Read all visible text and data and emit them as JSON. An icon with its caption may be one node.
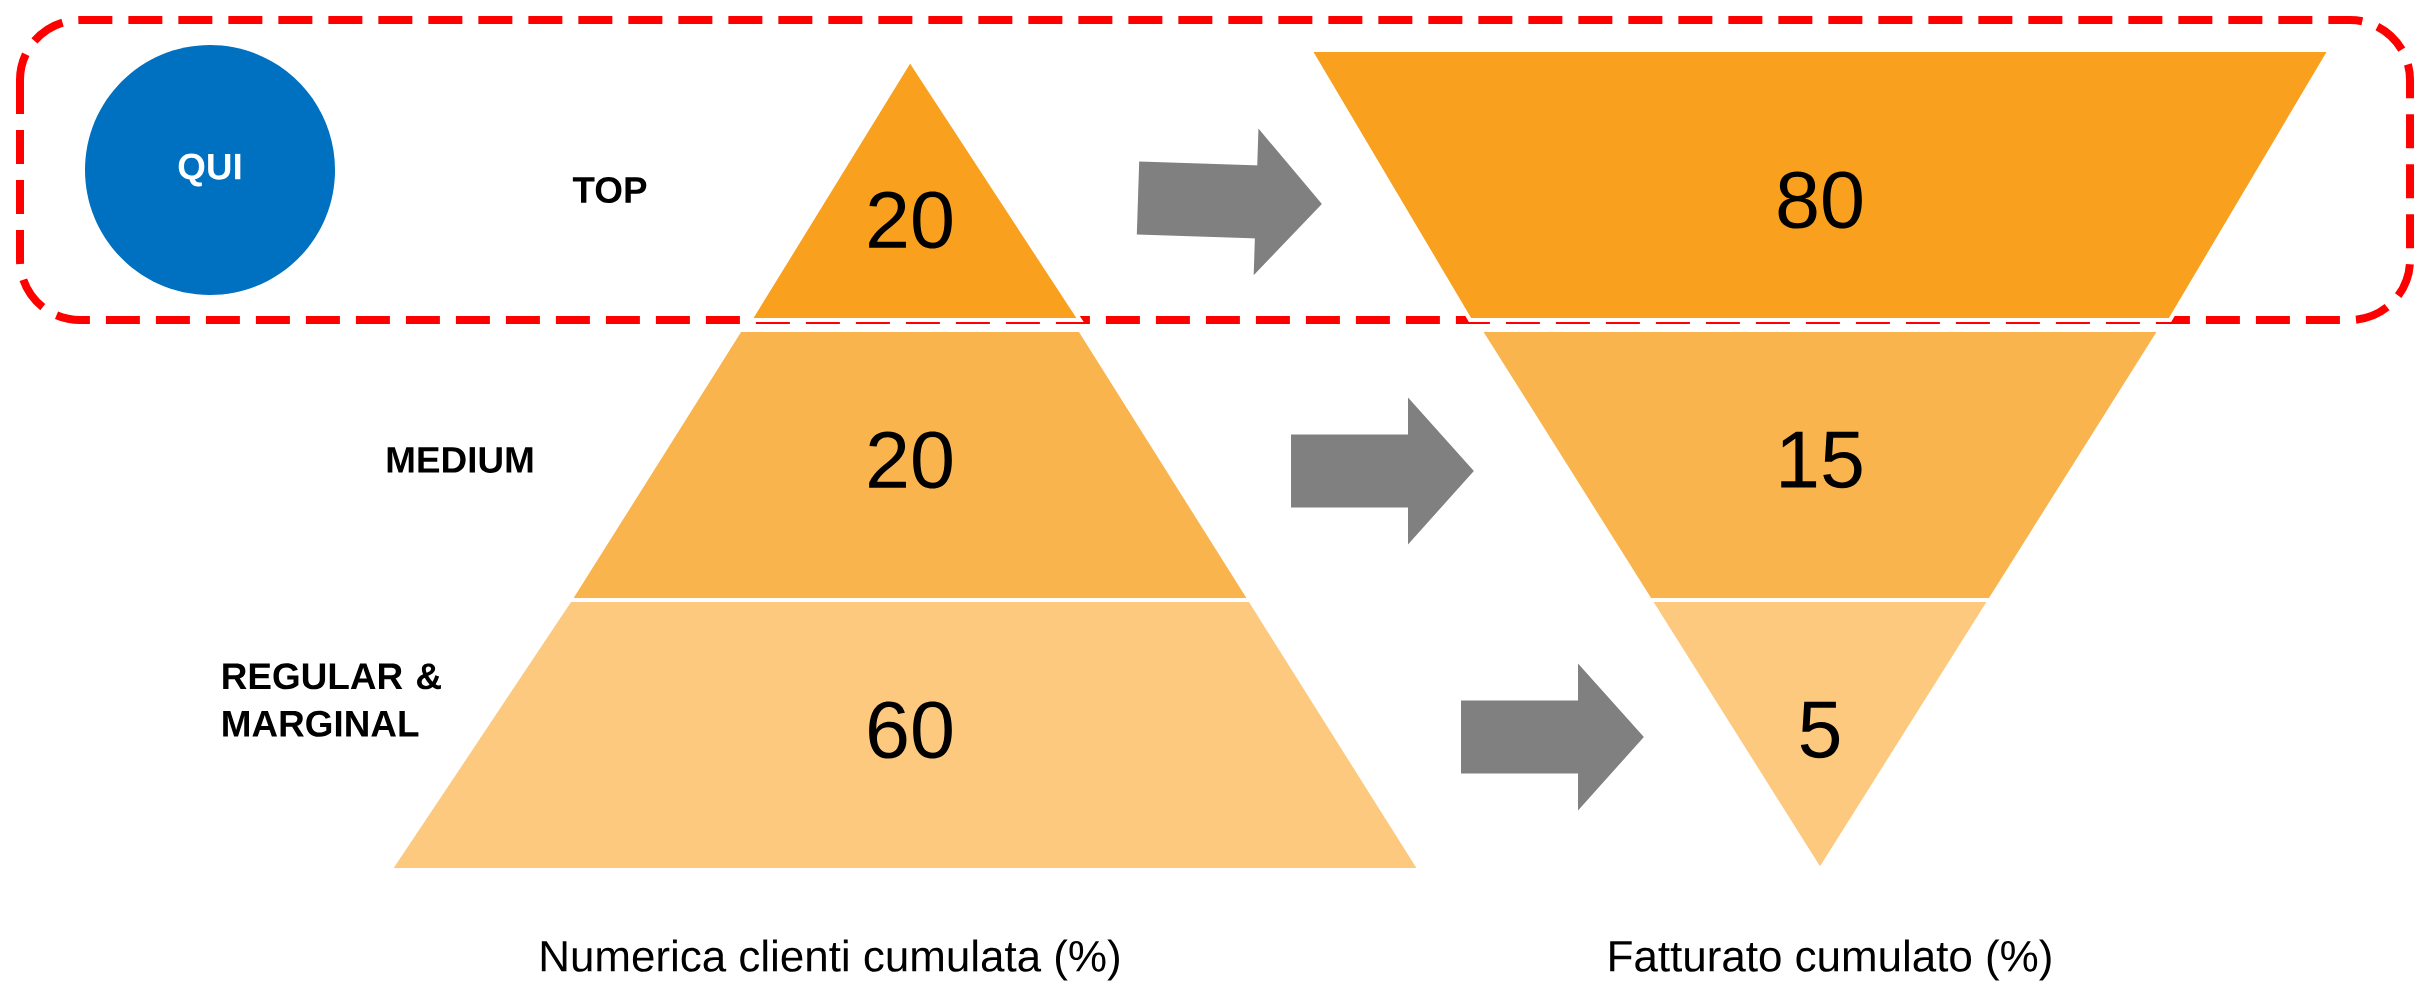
{
  "diagram": {
    "nodes": [
      {
        "text": [
          "QUI"
        ]
      },
      {
        "text": [
          "20"
        ],
        "beside": [
          "TOP"
        ]
      },
      {
        "text": [
          "20"
        ],
        "beside": [
          "MEDIUM"
        ]
      },
      {
        "text": [
          "60"
        ],
        "beside": [
          "REGULAR & MARGINAL"
        ]
      },
      {
        "text": [
          "80"
        ]
      },
      {
        "text": [
          "15"
        ]
      },
      {
        "text": [
          "5"
        ]
      }
    ],
    "edges": [
      {
        "from": 1,
        "to": 4,
        "arrow": "to"
      },
      {
        "from": 2,
        "to": 5,
        "arrow": "to"
      },
      {
        "from": 3,
        "to": 6,
        "arrow": "to"
      }
    ],
    "labels": [
      "Numerica clienti cumulata (%)",
      "Fatturato cumulato (%)"
    ]
  }
}
